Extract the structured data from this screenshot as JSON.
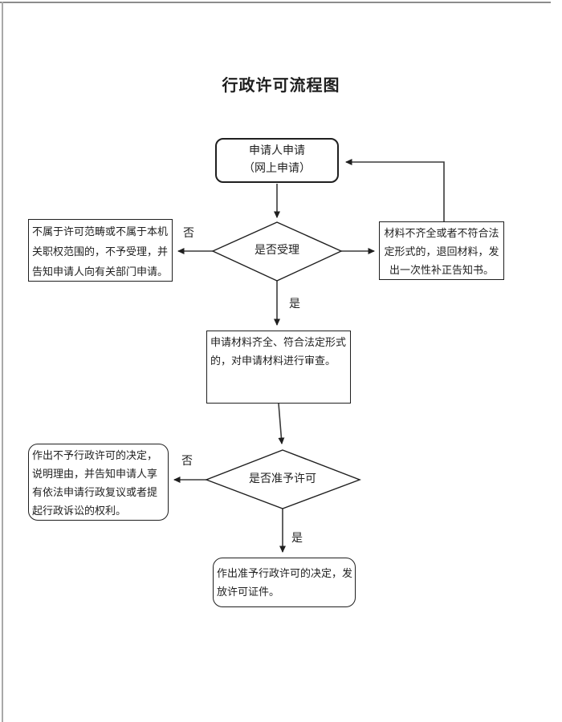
{
  "title": "行政许可流程图",
  "colors": {
    "ink": "#1f1f1f",
    "line": "#3a3a3a",
    "page_border_top": "#8c8c8c",
    "page_border_left": "#a8a8a8"
  },
  "flow": {
    "start": {
      "text": "申请人申请（网上申请）",
      "lines": [
        "申请人申请",
        "（网上申请）"
      ]
    },
    "decision_accept": {
      "text": "是否受理",
      "no_label": "否",
      "yes_label": "是"
    },
    "not_accepted": {
      "text": "不属于许可范畴或不属于本机关职权范围的，不予受理，并告知申请人向有关部门申请。",
      "lines": [
        "不属于许可范畴或不属于本机",
        "关职权范围的，不予受理，并",
        "告知申请人向有关部门申请。"
      ]
    },
    "return_materials": {
      "text": "材料不齐全或者不符合法定形式的，退回材料，发出一次性补正告知书。",
      "lines": [
        "材料不齐全或者不符合法",
        "定形式的，退回材料，发",
        "出一次性补正告知书。"
      ]
    },
    "review": {
      "text": "申请材料齐全、符合法定形式的，对申请材料进行审查。",
      "lines": [
        "申请材料齐全、符合法定形式",
        "的，对申请材料进行审查。"
      ]
    },
    "decision_grant": {
      "text": "是否准予许可",
      "no_label": "否",
      "yes_label": "是"
    },
    "deny": {
      "text": "作出不予行政许可的决定，说明理由，并告知申请人享有依法申请行政复议或者提起行政诉讼的权利。",
      "lines": [
        "作出不予行政许可的决定，",
        "说明理由，并告知申请人享",
        "有依法申请行政复议或者提",
        "起行政诉讼的权利。"
      ]
    },
    "grant": {
      "text": "作出准予行政许可的决定，发放许可证件。",
      "lines": [
        "作出准予行政许可的决定，发",
        "放许可证件。"
      ]
    }
  }
}
